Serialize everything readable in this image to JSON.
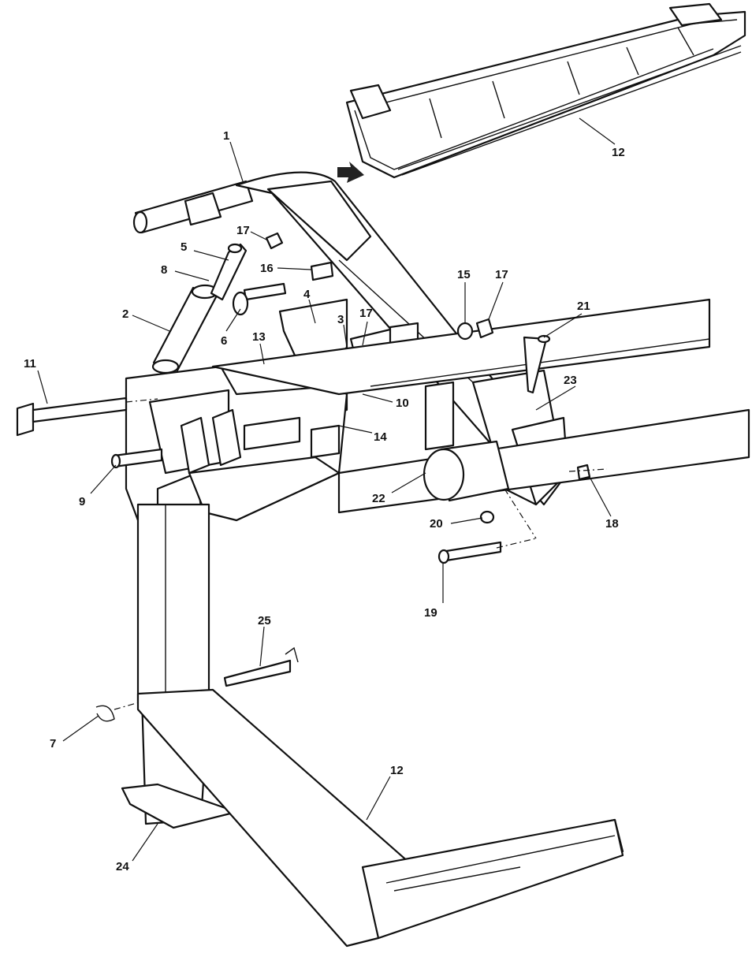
{
  "callouts": [
    {
      "id": "c1",
      "label": "1"
    },
    {
      "id": "c2",
      "label": "2"
    },
    {
      "id": "c3",
      "label": "3"
    },
    {
      "id": "c4",
      "label": "4"
    },
    {
      "id": "c5",
      "label": "5"
    },
    {
      "id": "c6",
      "label": "6"
    },
    {
      "id": "c7",
      "label": "7"
    },
    {
      "id": "c8",
      "label": "8"
    },
    {
      "id": "c9",
      "label": "9"
    },
    {
      "id": "c10",
      "label": "10"
    },
    {
      "id": "c11",
      "label": "11"
    },
    {
      "id": "c12a",
      "label": "12"
    },
    {
      "id": "c12b",
      "label": "12"
    },
    {
      "id": "c13",
      "label": "13"
    },
    {
      "id": "c14",
      "label": "14"
    },
    {
      "id": "c15",
      "label": "15"
    },
    {
      "id": "c16",
      "label": "16"
    },
    {
      "id": "c17a",
      "label": "17"
    },
    {
      "id": "c17b",
      "label": "17"
    },
    {
      "id": "c17c",
      "label": "17"
    },
    {
      "id": "c18",
      "label": "18"
    },
    {
      "id": "c19",
      "label": "19"
    },
    {
      "id": "c20",
      "label": "20"
    },
    {
      "id": "c21",
      "label": "21"
    },
    {
      "id": "c22",
      "label": "22"
    },
    {
      "id": "c23",
      "label": "23"
    },
    {
      "id": "c24",
      "label": "24"
    },
    {
      "id": "c25",
      "label": "25"
    }
  ]
}
